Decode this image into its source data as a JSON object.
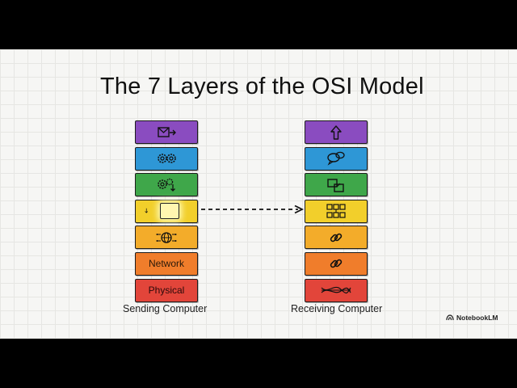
{
  "title": "The 7 Layers of the OSI Model",
  "sending": {
    "caption": "Sending Computer",
    "layers": [
      {
        "color": "#8a4cc0",
        "icon": "envelope-arrow-icon",
        "label": ""
      },
      {
        "color": "#2e97d6",
        "icon": "gears-icon",
        "label": ""
      },
      {
        "color": "#3fa74a",
        "icon": "gears-arrow-icon",
        "label": ""
      },
      {
        "color": "#f2cf2b",
        "icon": "highlighted-box-icon",
        "label": ""
      },
      {
        "color": "#f3ac2a",
        "icon": "globe-network-icon",
        "label": ""
      },
      {
        "color": "#f07d2b",
        "icon": "",
        "label": "Network"
      },
      {
        "color": "#e2453a",
        "icon": "",
        "label": "Physical"
      }
    ]
  },
  "receiving": {
    "caption": "Receiving Computer",
    "layers": [
      {
        "color": "#8a4cc0",
        "icon": "up-arrow-icon"
      },
      {
        "color": "#2e97d6",
        "icon": "chat-bubbles-icon"
      },
      {
        "color": "#3fa74a",
        "icon": "windows-icon"
      },
      {
        "color": "#f2cf2b",
        "icon": "grid-boxes-icon"
      },
      {
        "color": "#f3ac2a",
        "icon": "chain-link-icon"
      },
      {
        "color": "#f07d2b",
        "icon": "chain-link-icon"
      },
      {
        "color": "#e2453a",
        "icon": "wires-icon"
      }
    ]
  },
  "brand": "NotebookLM"
}
